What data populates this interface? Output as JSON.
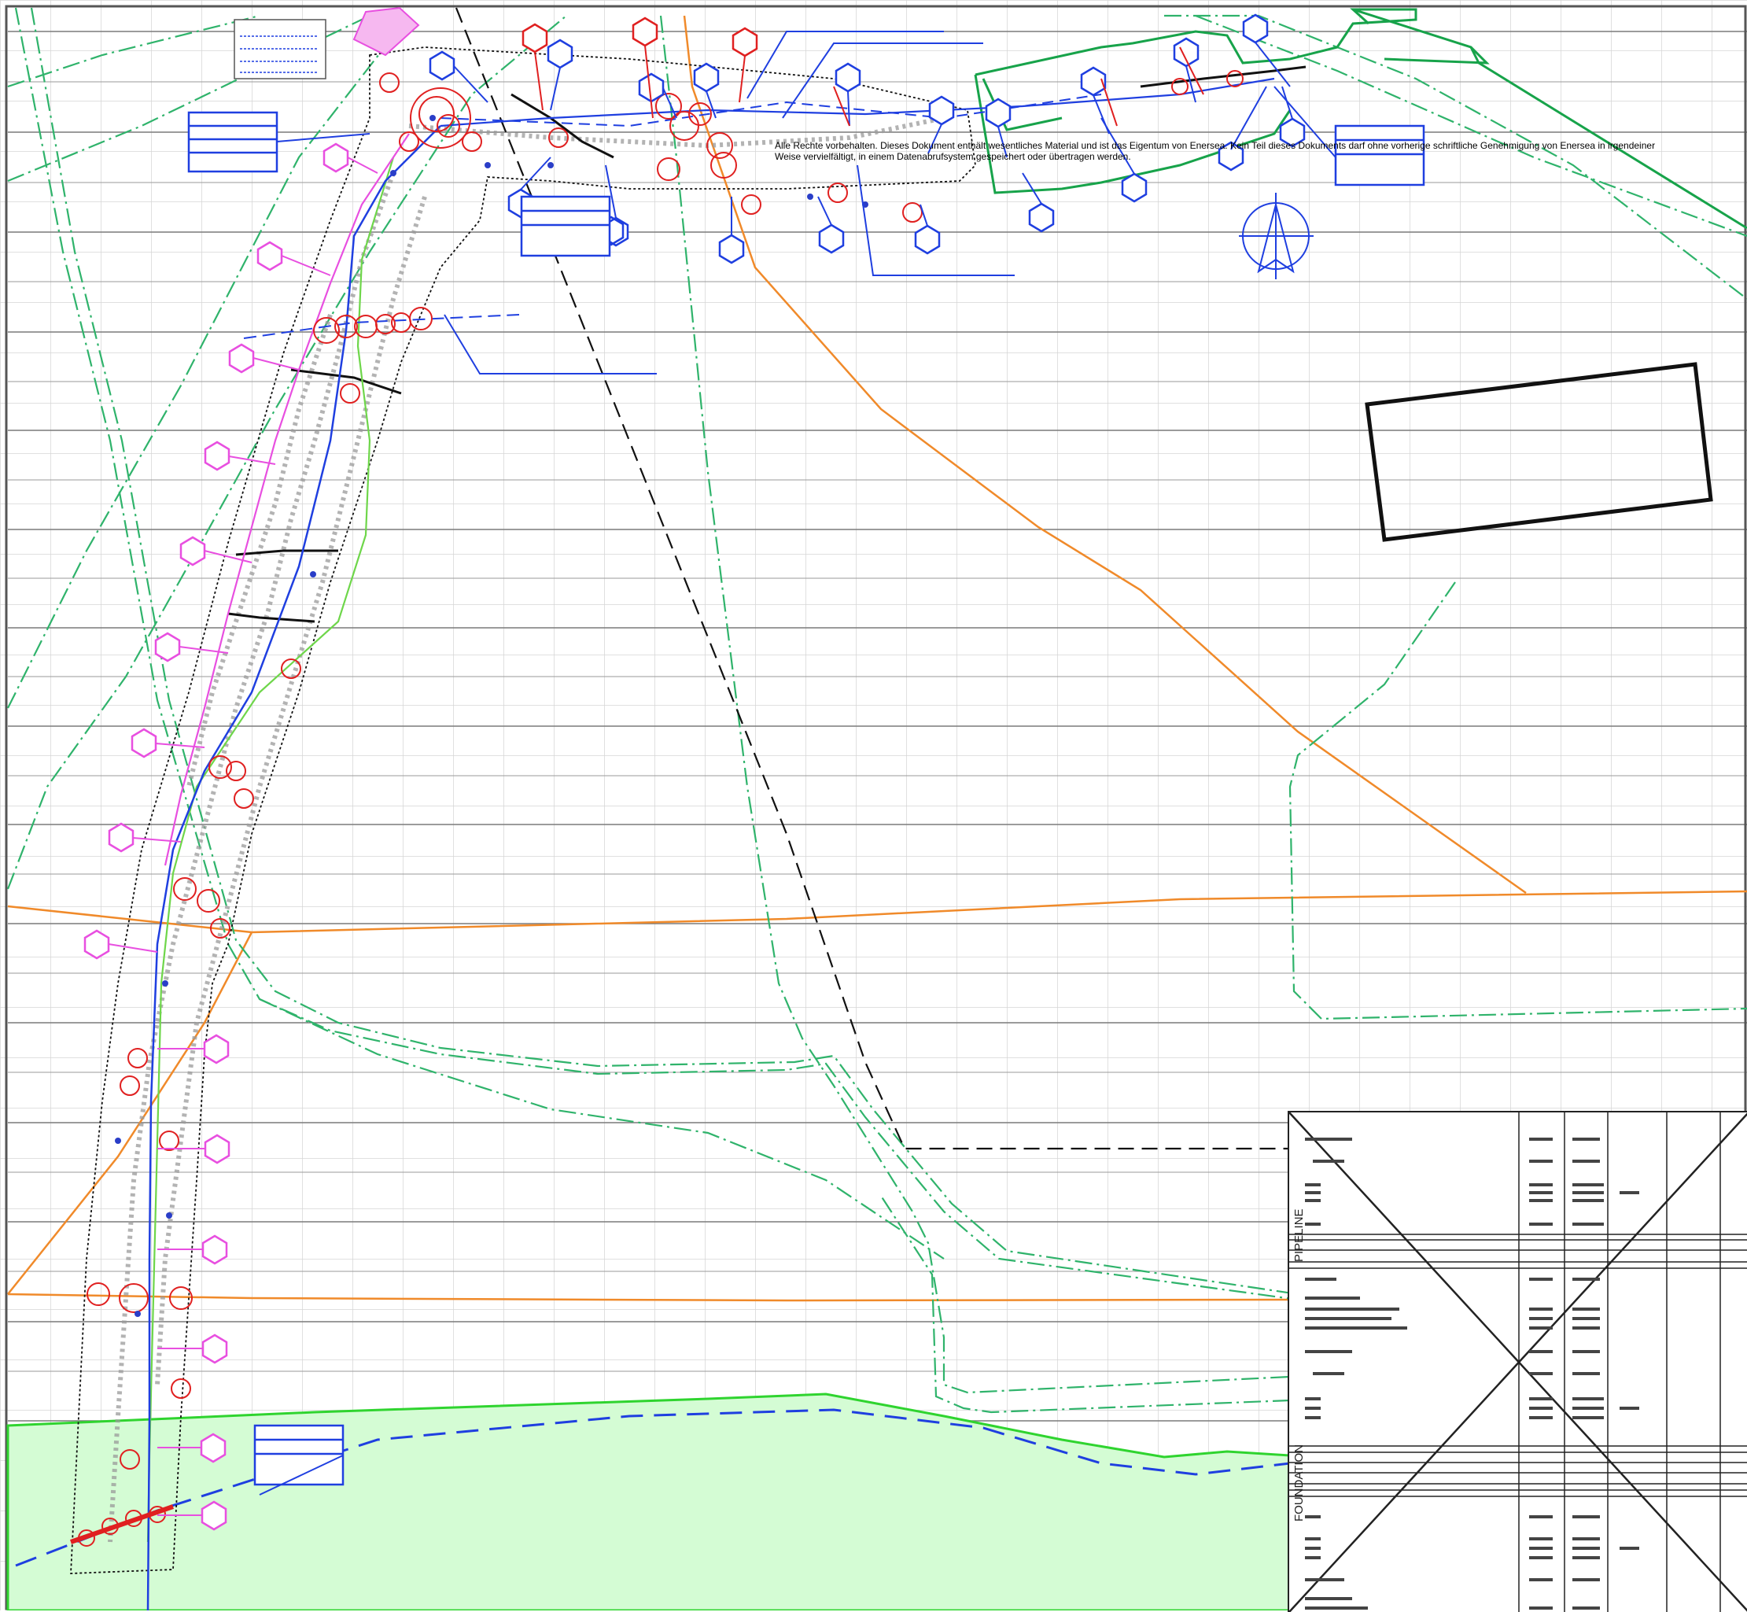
{
  "notice": {
    "line1": "Alle Rechte vorbehalten. Dieses Dokument enthält wesentliches Material und ist das Eigentum von Enersea. Kein Teil dieses Dokuments darf ohne vorherige schriftliche Genehmigung von Enersea in irgendeiner",
    "line2": "Weise vervielfältigt, in einem Datenabrufsystem gespeichert oder übertragen werden."
  },
  "table": {
    "section_top": "PIPELINE",
    "section_bottom": "FOUNDATION"
  },
  "colors": {
    "grid": "#c8c8c8",
    "grid_major": "#707070",
    "cable_green": "#2fb36b",
    "route_blue": "#1f3fe0",
    "anomaly_red": "#e02020",
    "callout_magenta": "#e84fe0",
    "boundary_orange": "#f08a2a",
    "area_fill": "#d4fcd4",
    "area_edge": "#2fd42f"
  }
}
